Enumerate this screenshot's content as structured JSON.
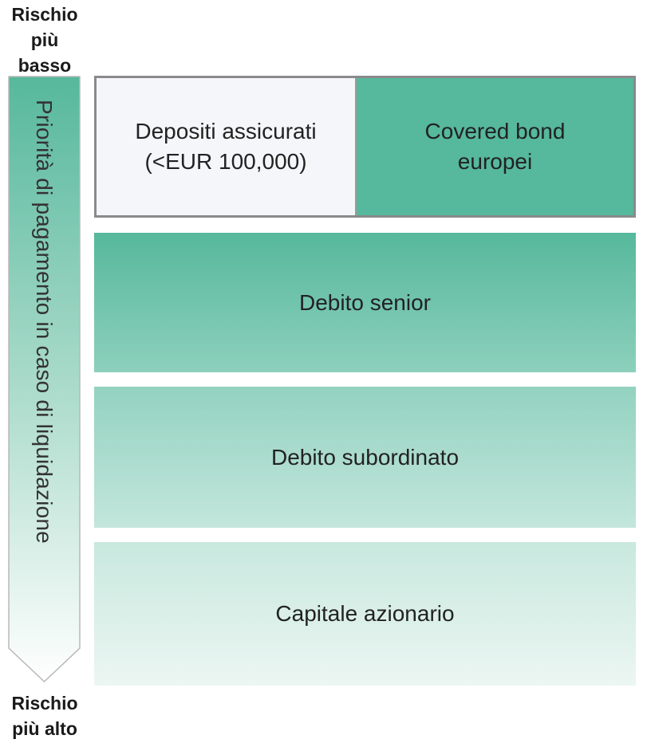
{
  "risk_top": "Rischio\npiù\nbasso",
  "risk_bottom": "Rischio\npiù alto",
  "arrow_label": "Priorità di pagamento in caso di liquidazione",
  "blocks": {
    "depositi": "Depositi assicurati\n(<EUR 100,000)",
    "covered": "Covered bond\neuropei",
    "senior": "Debito senior",
    "subordinato": "Debito subordinato",
    "capitale": "Capitale azionario"
  },
  "colors": {
    "teal": "#56b89c",
    "light_panel": "#f5f6fa",
    "border": "#8a8a8a"
  }
}
